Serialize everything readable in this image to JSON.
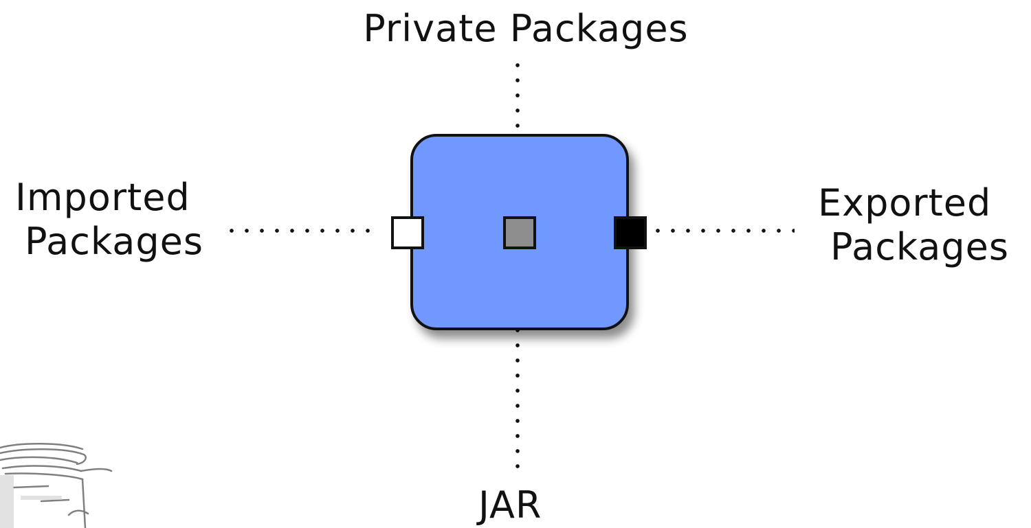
{
  "labels": {
    "private_packages": "Private Packages",
    "imported_packages_line1": "Imported",
    "imported_packages_line2": "Packages",
    "exported_packages_line1": "Exported",
    "exported_packages_line2": "Packages",
    "jar": "JAR"
  },
  "colors": {
    "bundle_fill": "#7098FF",
    "import_port": "#FFFFFF",
    "private_port": "#8E8E8E",
    "export_port": "#000000",
    "outline": "#111111"
  },
  "icons": {
    "jar": "jar-sketch-icon"
  }
}
